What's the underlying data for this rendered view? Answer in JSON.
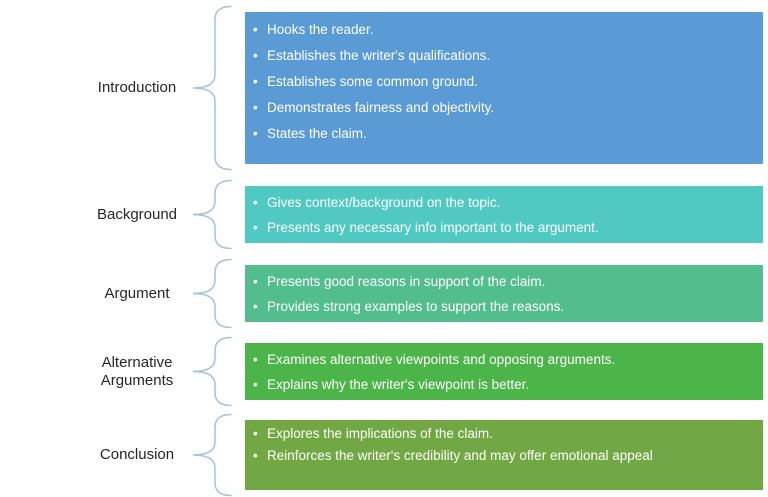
{
  "brace_color": "#9DC3E6",
  "bullet_glyph": "•",
  "sections": [
    {
      "label": "Introduction",
      "color": "#5B9BD5",
      "bullets": [
        "Hooks the reader.",
        "Establishes the writer's qualifications.",
        "Establishes some common ground.",
        "Demonstrates fairness and objectivity.",
        "States the claim."
      ]
    },
    {
      "label": "Background",
      "color": "#4FC9C2",
      "bullets": [
        "Gives context/background on the topic.",
        "Presents any necessary info important to the argument."
      ]
    },
    {
      "label": "Argument",
      "color": "#52BE8E",
      "bullets": [
        "Presents good reasons in support of the claim.",
        "Provides strong examples to support the reasons."
      ]
    },
    {
      "label": "Alternative Arguments",
      "color": "#4CB549",
      "bullets": [
        "Examines alternative viewpoints and opposing arguments.",
        "Explains why the writer's viewpoint is better."
      ]
    },
    {
      "label": "Conclusion",
      "color": "#71A843",
      "bullets": [
        "Explores the implications of the claim.",
        "Reinforces the writer's credibility and may offer emotional appeal"
      ]
    }
  ]
}
